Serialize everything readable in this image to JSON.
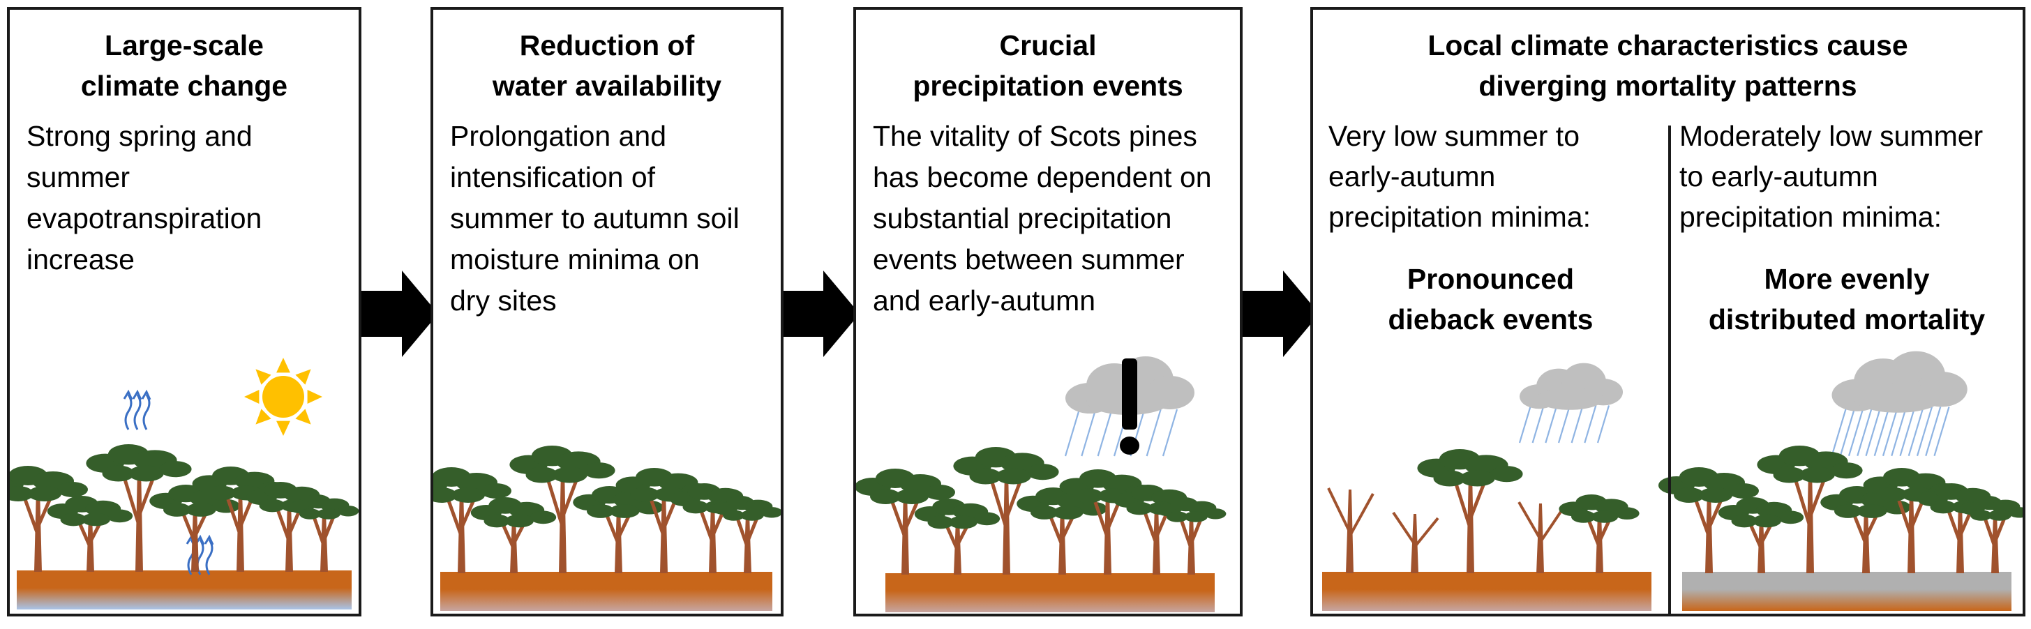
{
  "panels": [
    {
      "title": "Large-scale\nclimate change",
      "text": "Strong spring and\nsummer\nevapotranspiration\nincrease"
    },
    {
      "title": "Reduction of\nwater availability",
      "text": "Prolongation and\nintensification of\nsummer to autumn soil\nmoisture minima on\ndry sites"
    },
    {
      "title": "Crucial\nprecipitation events",
      "text": "The vitality of Scots pines\nhas become dependent on\nsubstantial precipitation\nevents between summer\nand early-autumn"
    },
    {
      "title": "Local climate characteristics cause\ndiverging mortality patterns",
      "left": {
        "text": "Very low summer to\nearly-autumn\nprecipitation minima:",
        "outcome": "Pronounced\ndieback events"
      },
      "right": {
        "text": "Moderately low summer\nto early-autumn\nprecipitation minima:",
        "outcome": "More evenly\ndistributed mortality"
      }
    }
  ],
  "colors": {
    "foliage": "#355E2A",
    "trunk": "#A0522D",
    "soil": "#C8661A",
    "water": "#A9C4E8",
    "sun": "#FFC000",
    "cloud": "#BFBFBF",
    "rain": "#8FB4E3",
    "evap_arrow": "#3A6FC4"
  },
  "icons": [
    "sun-icon",
    "evaporation-arrows-icon",
    "rain-cloud-icon",
    "exclamation-icon",
    "flow-arrow-icon"
  ]
}
